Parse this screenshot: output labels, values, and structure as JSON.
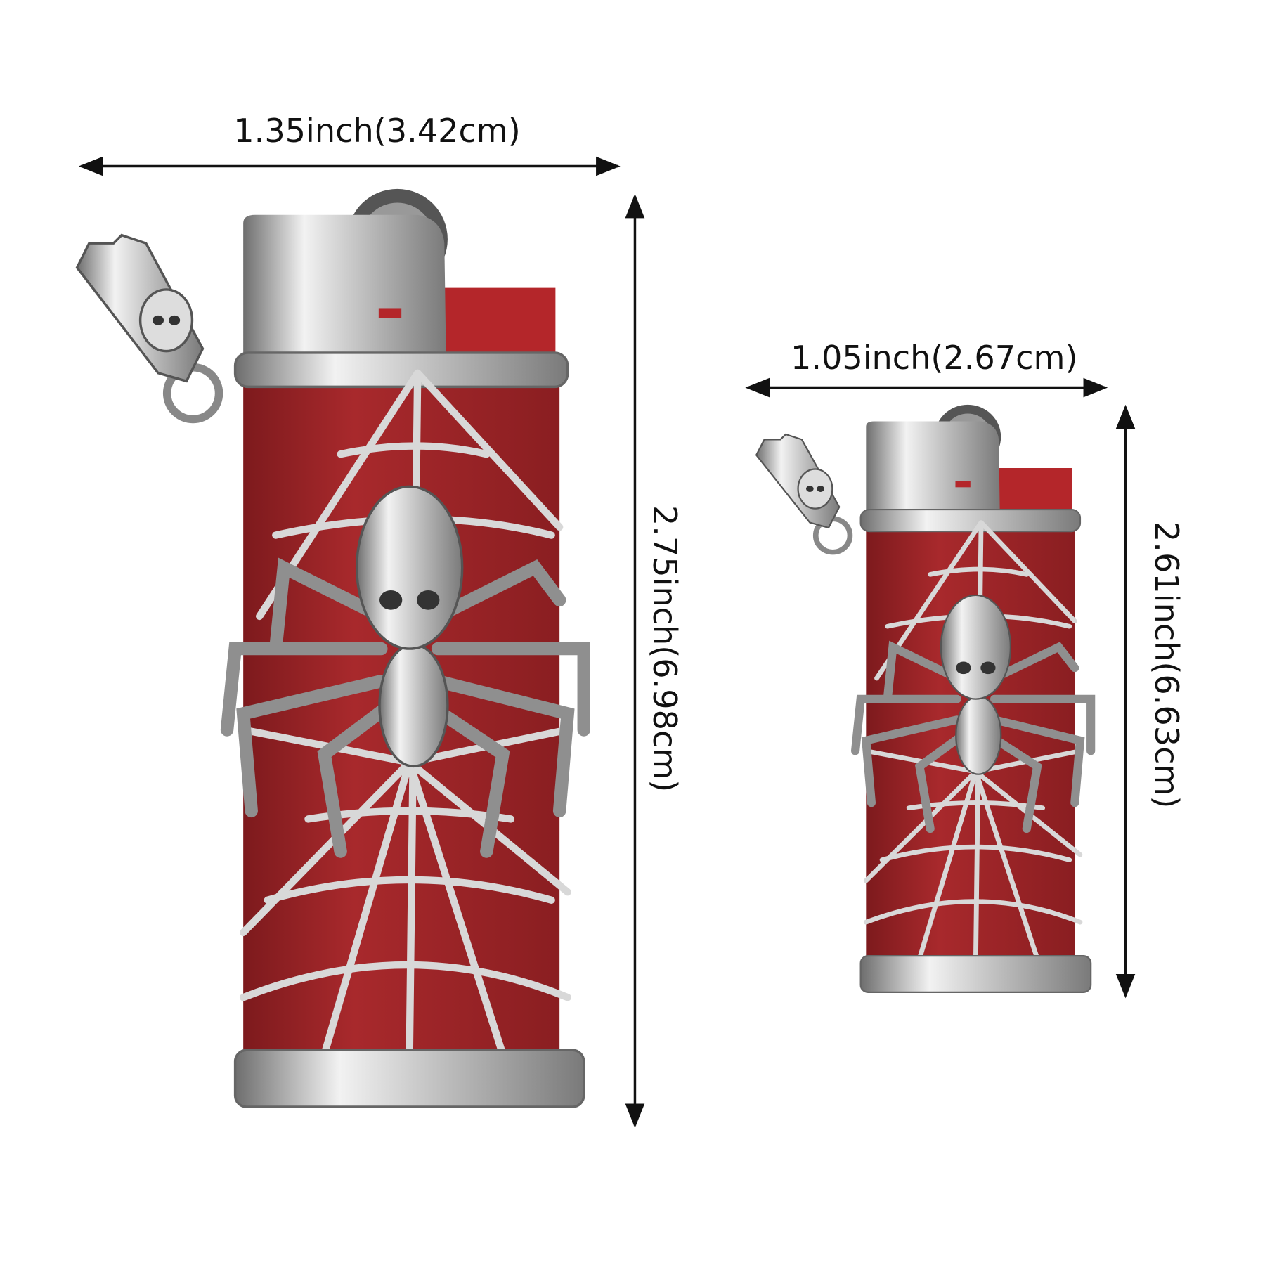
{
  "large": {
    "width_label": "1.35inch(3.42cm)",
    "height_label": "2.75inch(6.98cm)"
  },
  "small": {
    "width_label": "1.05inch(2.67cm)",
    "height_label": "2.61inch(6.63cm)"
  },
  "colors": {
    "body_red": "#a3262a",
    "silver": "#c8c8c8",
    "arrow": "#111111"
  }
}
